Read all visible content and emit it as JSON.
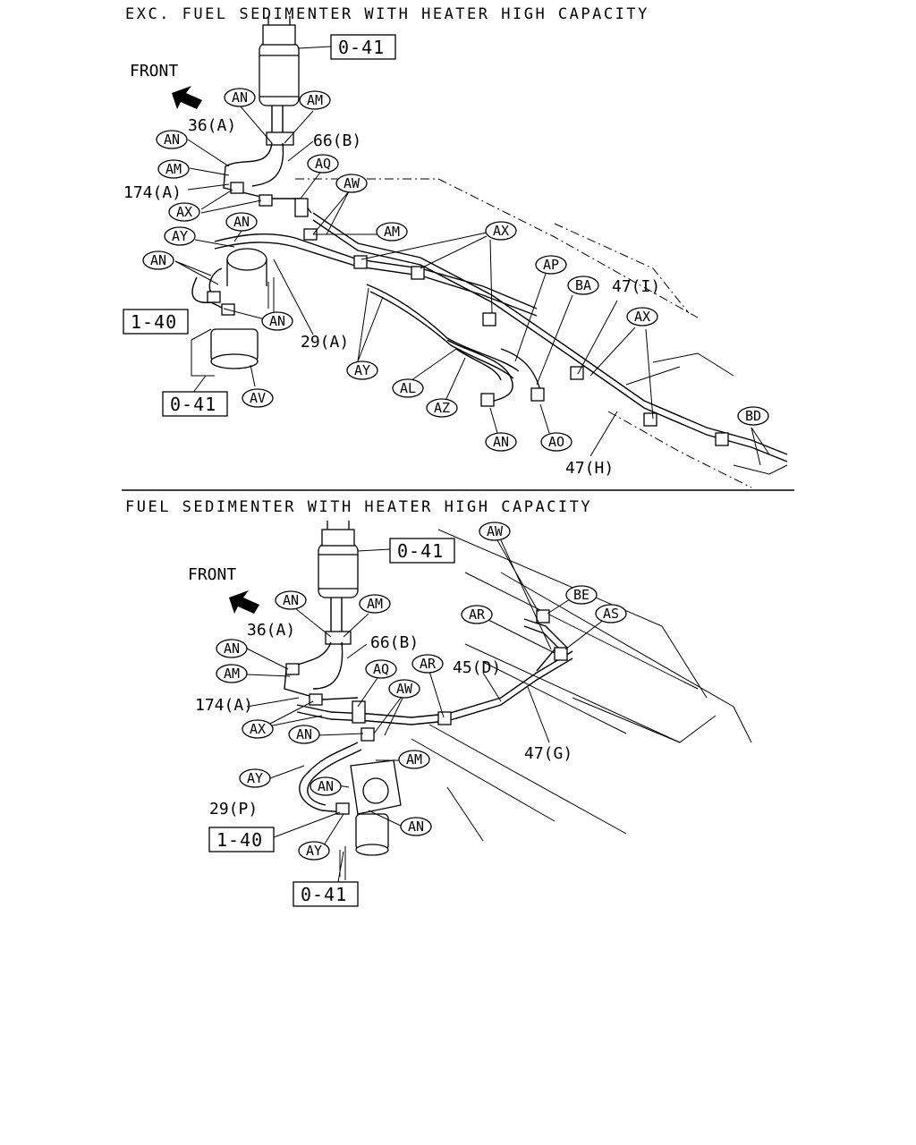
{
  "sections": [
    {
      "title": "EXC. FUEL SEDIMENTER WITH HEATER HIGH CAPACITY",
      "front_label": "FRONT",
      "ref_boxes": [
        "0-41",
        "1-40",
        "0-41"
      ],
      "part_labels": [
        "36(A)",
        "66(B)",
        "174(A)",
        "29(A)",
        "47(I)",
        "47(H)"
      ],
      "callouts": [
        "AN",
        "AM",
        "AN",
        "AM",
        "AX",
        "AQ",
        "AW",
        "AN",
        "AM",
        "AY",
        "AN",
        "AX",
        "AN",
        "AP",
        "BA",
        "AX",
        "AY",
        "AL",
        "AZ",
        "AN",
        "AO",
        "BD",
        "AV"
      ]
    },
    {
      "title": "FUEL SEDIMENTER WITH HEATER HIGH CAPACITY",
      "front_label": "FRONT",
      "ref_boxes": [
        "0-41",
        "1-40",
        "0-41"
      ],
      "part_labels": [
        "36(A)",
        "66(B)",
        "174(A)",
        "45(D)",
        "47(G)",
        "29(P)"
      ],
      "callouts": [
        "AW",
        "BE",
        "AN",
        "AM",
        "AR",
        "AS",
        "AN",
        "AM",
        "AQ",
        "AR",
        "AX",
        "AW",
        "AN",
        "AM",
        "AY",
        "AN",
        "AN",
        "AY"
      ]
    }
  ]
}
